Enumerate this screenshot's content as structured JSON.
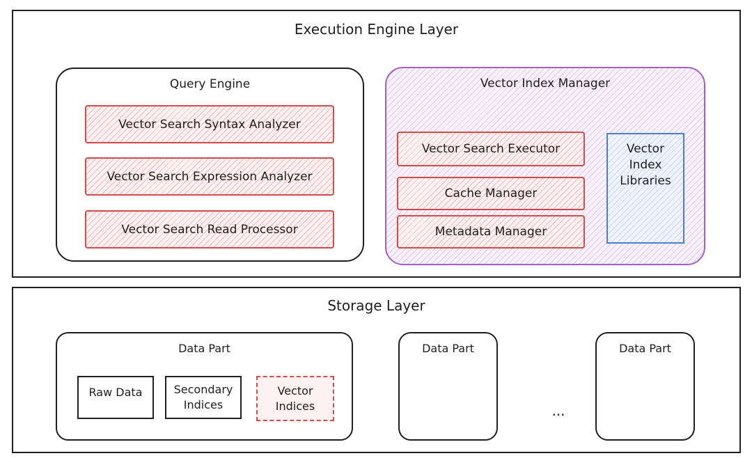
{
  "execution_layer": {
    "title": "Execution Engine Layer",
    "query_engine": {
      "title": "Query Engine",
      "items": [
        "Vector Search Syntax Analyzer",
        "Vector Search Expression Analyzer",
        "Vector Search Read Processor"
      ]
    },
    "vector_index_manager": {
      "title": "Vector Index Manager",
      "items": [
        "Vector Search Executor",
        "Cache Manager",
        "Metadata Manager"
      ],
      "libraries": "Vector\nIndex\nLibraries"
    }
  },
  "storage_layer": {
    "title": "Storage Layer",
    "data_parts": [
      {
        "title": "Data Part",
        "components": [
          "Raw Data",
          "Secondary\nIndices",
          "Vector\nIndices"
        ]
      },
      {
        "title": "Data Part"
      },
      {
        "title": "Data Part"
      }
    ],
    "ellipsis": "..."
  },
  "colors": {
    "stroke": "#1e1e1e",
    "red": "#d24a4a",
    "purple": "#a45fc4",
    "blue": "#4a7fd4"
  }
}
